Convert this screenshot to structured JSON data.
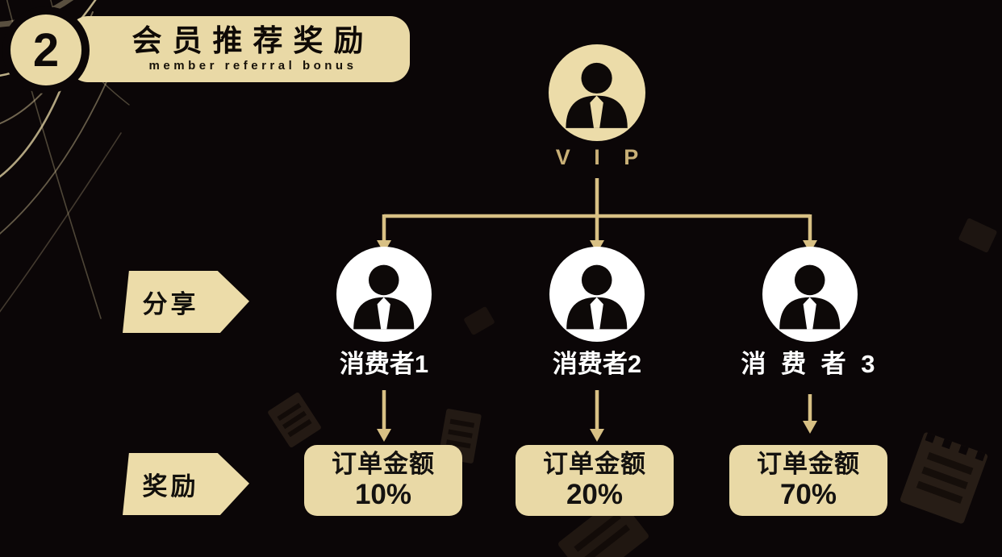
{
  "header": {
    "badge_number": "2",
    "title": "会员推荐奖励",
    "subtitle": "member referral bonus"
  },
  "tree": {
    "root_label": "V I P",
    "share_label": "分享",
    "reward_label": "奖励",
    "consumers": [
      {
        "name": "消费者1",
        "reward_line1": "订单金额",
        "reward_line2": "10%"
      },
      {
        "name": "消费者2",
        "reward_line1": "订单金额",
        "reward_line2": "20%"
      },
      {
        "name": "消 费 者 3",
        "reward_line1": "订单金额",
        "reward_line2": "70%"
      }
    ]
  },
  "icons": {
    "vip_avatar": "person-icon",
    "consumer_avatar": "person-icon"
  },
  "colors": {
    "background": "#0b0607",
    "gold": "#e9d9a6",
    "gold_bright": "#ecdca9",
    "gold_line": "#d8c084",
    "vip_text": "#c9b077",
    "white": "#ffffff"
  }
}
